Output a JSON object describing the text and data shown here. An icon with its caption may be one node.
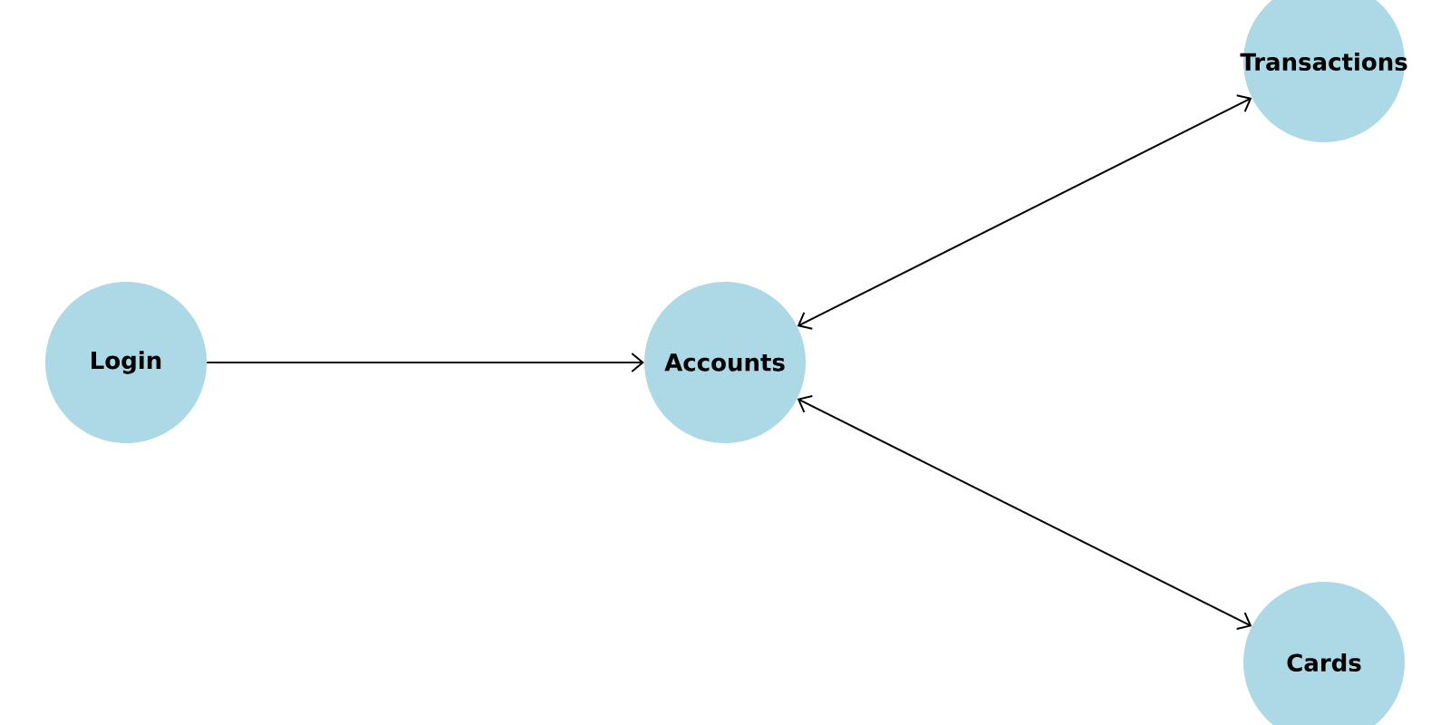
{
  "diagram": {
    "nodes": [
      {
        "text": [
          "Login"
        ]
      },
      {
        "text": [
          "Accounts"
        ]
      },
      {
        "text": [
          "Transactions"
        ]
      },
      {
        "text": [
          "Cards"
        ]
      }
    ],
    "edges": [
      {
        "from": 0,
        "to": 1,
        "arrow": "to"
      },
      {
        "from": 1,
        "to": 2,
        "arrow": "both"
      },
      {
        "from": 1,
        "to": 3,
        "arrow": "both"
      }
    ]
  }
}
